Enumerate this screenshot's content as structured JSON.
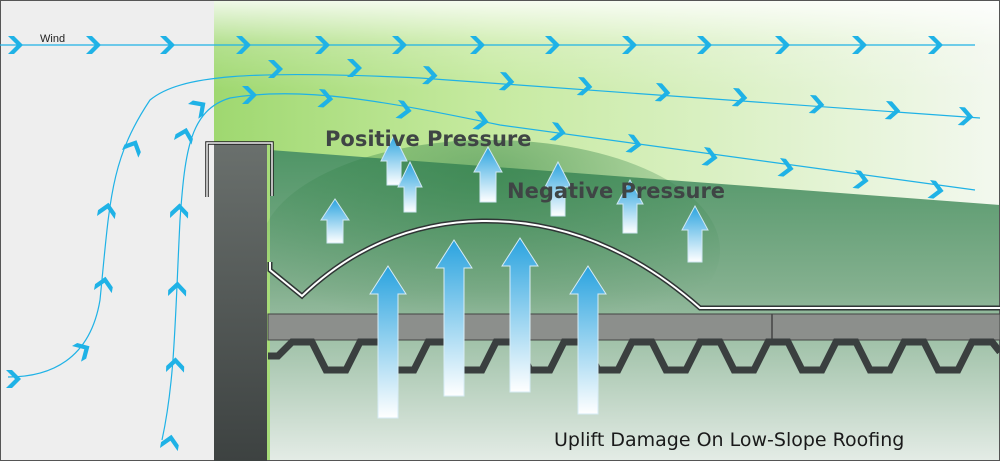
{
  "labels": {
    "wind": "Wind",
    "positive_pressure": "Positive Pressure",
    "negative_pressure": "Negative Pressure",
    "caption": "Uplift Damage On Low-Slope Roofing"
  },
  "colors": {
    "wind_arrow": "#1fb2e6",
    "background": "#eeeeee",
    "wall": "#545a58",
    "deck": "#8c8f8c",
    "steel_deck": "#3a3f3f",
    "green_light": "#b9e38a",
    "green_dark": "#3f8a58",
    "uplift_arrow": "#3aa9df"
  }
}
